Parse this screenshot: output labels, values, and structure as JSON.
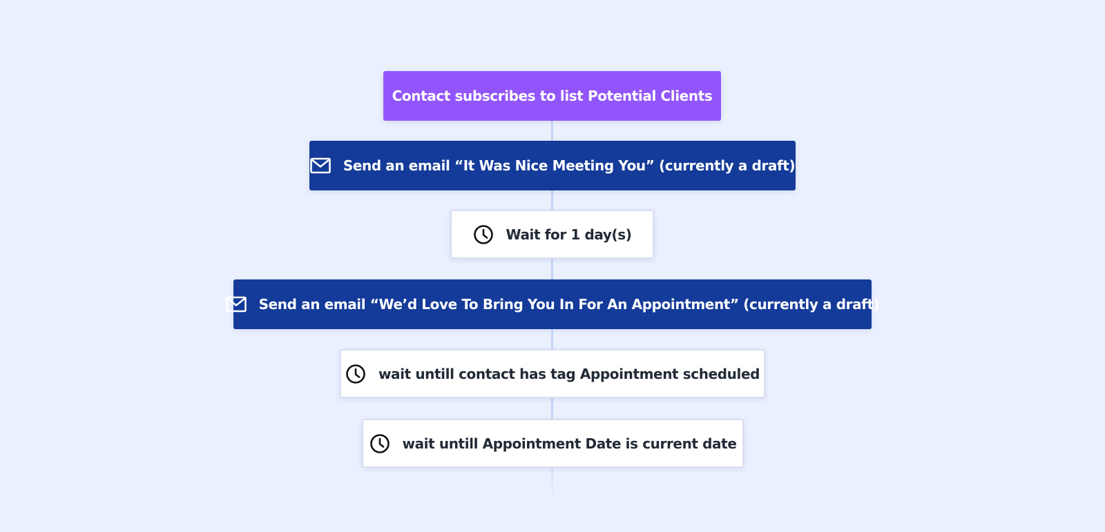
{
  "diagram": {
    "trigger": {
      "label": "Contact subscribes to list Potential Clients"
    },
    "steps": [
      {
        "type": "email",
        "icon": "envelope-icon",
        "label": "Send an email “It Was Nice Meeting You” (currently a draft)"
      },
      {
        "type": "wait",
        "icon": "clock-icon",
        "label": "Wait for 1 day(s)"
      },
      {
        "type": "email",
        "icon": "envelope-icon",
        "label": "Send an email “We’d Love To Bring You In For An Appointment” (currently a draft)"
      },
      {
        "type": "wait",
        "icon": "clock-icon",
        "label": "wait untill contact has tag Appointment scheduled"
      },
      {
        "type": "wait",
        "icon": "clock-icon",
        "label": "wait untill Appointment Date is current date"
      }
    ]
  },
  "colors": {
    "background": "#eaf0fe",
    "trigger": "#9255fb",
    "email_step": "#143b99",
    "wait_step": "#ffffff",
    "connector": "#c5d4f7"
  }
}
